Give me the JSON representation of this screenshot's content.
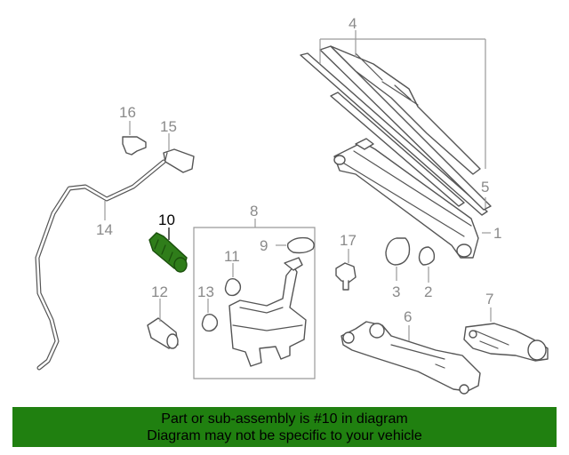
{
  "diagram": {
    "callouts": {
      "c1": "1",
      "c2": "2",
      "c3": "3",
      "c4": "4",
      "c5": "5",
      "c6": "6",
      "c7": "7",
      "c8": "8",
      "c9": "9",
      "c10": "10",
      "c11": "11",
      "c12": "12",
      "c13": "13",
      "c14": "14",
      "c15": "15",
      "c16": "16",
      "c17": "17"
    },
    "colors": {
      "highlight": "#2f7d1a",
      "banner": "#208010",
      "line": "#555555",
      "callout": "#8a8a8a"
    },
    "highlighted_part": "10"
  },
  "banner": {
    "line1": "Part or sub-assembly is #10 in diagram",
    "line2": "Diagram may not be specific to your vehicle"
  }
}
